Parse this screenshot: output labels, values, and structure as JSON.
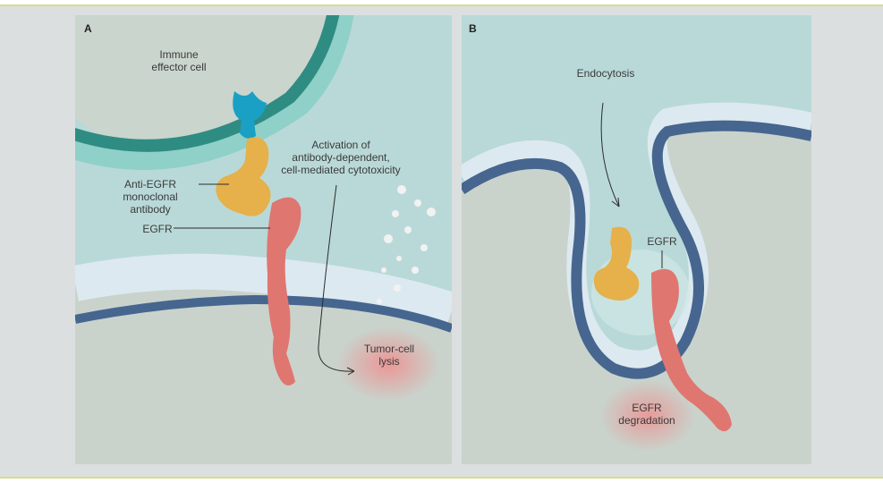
{
  "panel_a": {
    "letter": "A",
    "immune_cell": "Immune\neffector cell",
    "activation": "Activation of\nantibody-dependent,\ncell-mediated cytotoxicity",
    "antibody": "Anti-EGFR\nmonoclonal\nantibody",
    "egfr": "EGFR",
    "lysis": "Tumor-cell\nlysis"
  },
  "panel_b": {
    "letter": "B",
    "endocytosis": "Endocytosis",
    "egfr": "EGFR",
    "degradation": "EGFR\ndegradation"
  },
  "colors": {
    "frame": "#d6dd8a",
    "background": "#dcdfe0",
    "extracellular": "#b9d9d8",
    "cytoplasm": "#c9d3cc",
    "immune_membrane": "#2f8c83",
    "tumor_membrane": "#46668f",
    "antibody": "#e6b04a",
    "receptor_binder": "#1aa0c4",
    "egfr": "#e07670",
    "glow": "#f08c8c"
  }
}
